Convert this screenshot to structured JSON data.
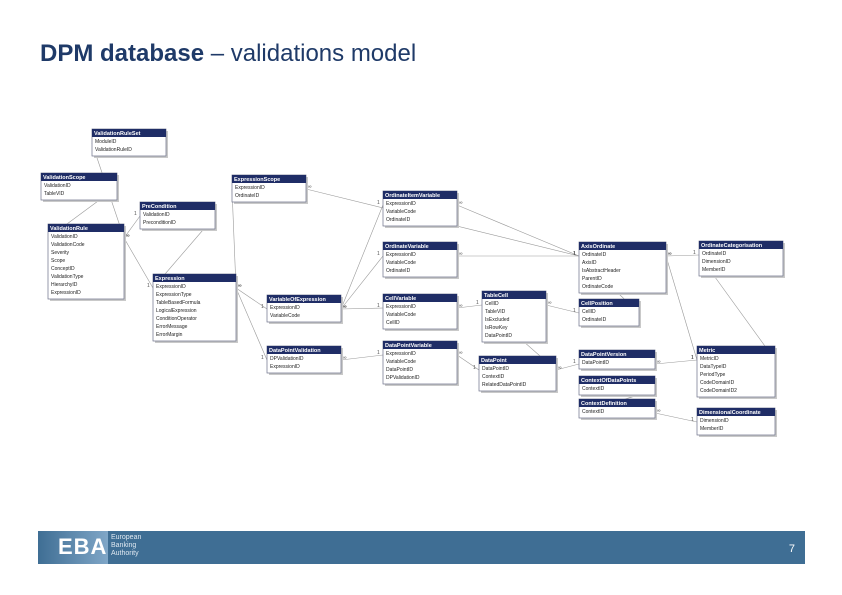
{
  "slide": {
    "title_bold": "DPM database",
    "title_rest": " – validations model",
    "page_number": "7"
  },
  "footer": {
    "logo_mark": "EBA",
    "logo_line1": "European",
    "logo_line2": "Banking",
    "logo_line3": "Authority"
  },
  "colors": {
    "header_bg": "#1f2d66",
    "header_text": "#ffffff",
    "border": "#6b6f88",
    "connector": "#9a9a9a",
    "footer_bar": "#3f6e94",
    "title_text": "#1f3a68"
  },
  "tables": [
    {
      "id": "ValidationRuleSet",
      "name": "ValidationRuleSet",
      "fields": [
        "ModuleID",
        "ValidationRuleID"
      ]
    },
    {
      "id": "ValidationScope",
      "name": "ValidationScope",
      "fields": [
        "ValidationID",
        "TableVID"
      ]
    },
    {
      "id": "ValidationRule",
      "name": "ValidationRule",
      "fields": [
        "ValidationID",
        "ValidationCode",
        "Severity",
        "Scope",
        "ConceptID",
        "ValidationType",
        "HierarchyID",
        "ExpressionID"
      ]
    },
    {
      "id": "PreCondition",
      "name": "PreCondition",
      "fields": [
        "ValidationID",
        "PreconditionID"
      ]
    },
    {
      "id": "ExpressionScope",
      "name": "ExpressionScope",
      "fields": [
        "ExpressionID",
        "OrdinateID"
      ]
    },
    {
      "id": "Expression",
      "name": "Expression",
      "fields": [
        "ExpressionID",
        "ExpressionType",
        "TableBasedFormula",
        "LogicalExpression",
        "ConditionOperator",
        "ErrorMessage",
        "ErrorMargin"
      ]
    },
    {
      "id": "OrdinateItemVariable",
      "name": "OrdinateItemVariable",
      "fields": [
        "ExpressionID",
        "VariableCode",
        "OrdinateID"
      ]
    },
    {
      "id": "OrdinateVariable",
      "name": "OrdinateVariable",
      "fields": [
        "ExpressionID",
        "VariableCode",
        "OrdinateID"
      ]
    },
    {
      "id": "VariableOfExpression",
      "name": "VariableOfExpression",
      "fields": [
        "ExpressionID",
        "VariableCode"
      ]
    },
    {
      "id": "CellVariable",
      "name": "CellVariable",
      "fields": [
        "ExpressionID",
        "VariableCode",
        "CellID"
      ]
    },
    {
      "id": "DataPointValidation",
      "name": "DataPointValidation",
      "fields": [
        "DPValidationID",
        "ExpressionID"
      ]
    },
    {
      "id": "DataPointVariable",
      "name": "DataPointVariable",
      "fields": [
        "ExpressionID",
        "VariableCode",
        "DataPointID",
        "DPValidationID"
      ]
    },
    {
      "id": "TableCell",
      "name": "TableCell",
      "fields": [
        "CellID",
        "TableVID",
        "IsExcluded",
        "IsRowKey",
        "DataPointID"
      ]
    },
    {
      "id": "DataPoint",
      "name": "DataPoint",
      "fields": [
        "DataPointID",
        "ContextID",
        "RelatedDataPointID"
      ]
    },
    {
      "id": "AxisOrdinate",
      "name": "AxisOrdinate",
      "fields": [
        "OrdinateID",
        "AxisID",
        "IsAbstractHeader",
        "ParentID",
        "OrdinateCode"
      ]
    },
    {
      "id": "CellPosition",
      "name": "CellPosition",
      "fields": [
        "CellID",
        "OrdinateID"
      ]
    },
    {
      "id": "DataPointVersion",
      "name": "DataPointVersion",
      "fields": [
        "DataPointID"
      ]
    },
    {
      "id": "ContextOfDataPoints",
      "name": "ContextOfDataPoints",
      "fields": [
        "ContextID"
      ]
    },
    {
      "id": "ContextDefinition",
      "name": "ContextDefinition",
      "fields": [
        "ContextID"
      ]
    },
    {
      "id": "OrdinateCategorisation",
      "name": "OrdinateCategorisation",
      "fields": [
        "OrdinateID",
        "DimensionID",
        "MemberID"
      ]
    },
    {
      "id": "Metric",
      "name": "Metric",
      "fields": [
        "MetricID",
        "DataTypeID",
        "PeriodType",
        "CodeDomainID",
        "CodeDomainID2"
      ]
    },
    {
      "id": "DimensionalCoordinate",
      "name": "DimensionalCoordinate",
      "fields": [
        "DimensionID",
        "MemberID"
      ]
    }
  ],
  "relationship_markers": {
    "one": "1",
    "many": "∞"
  }
}
